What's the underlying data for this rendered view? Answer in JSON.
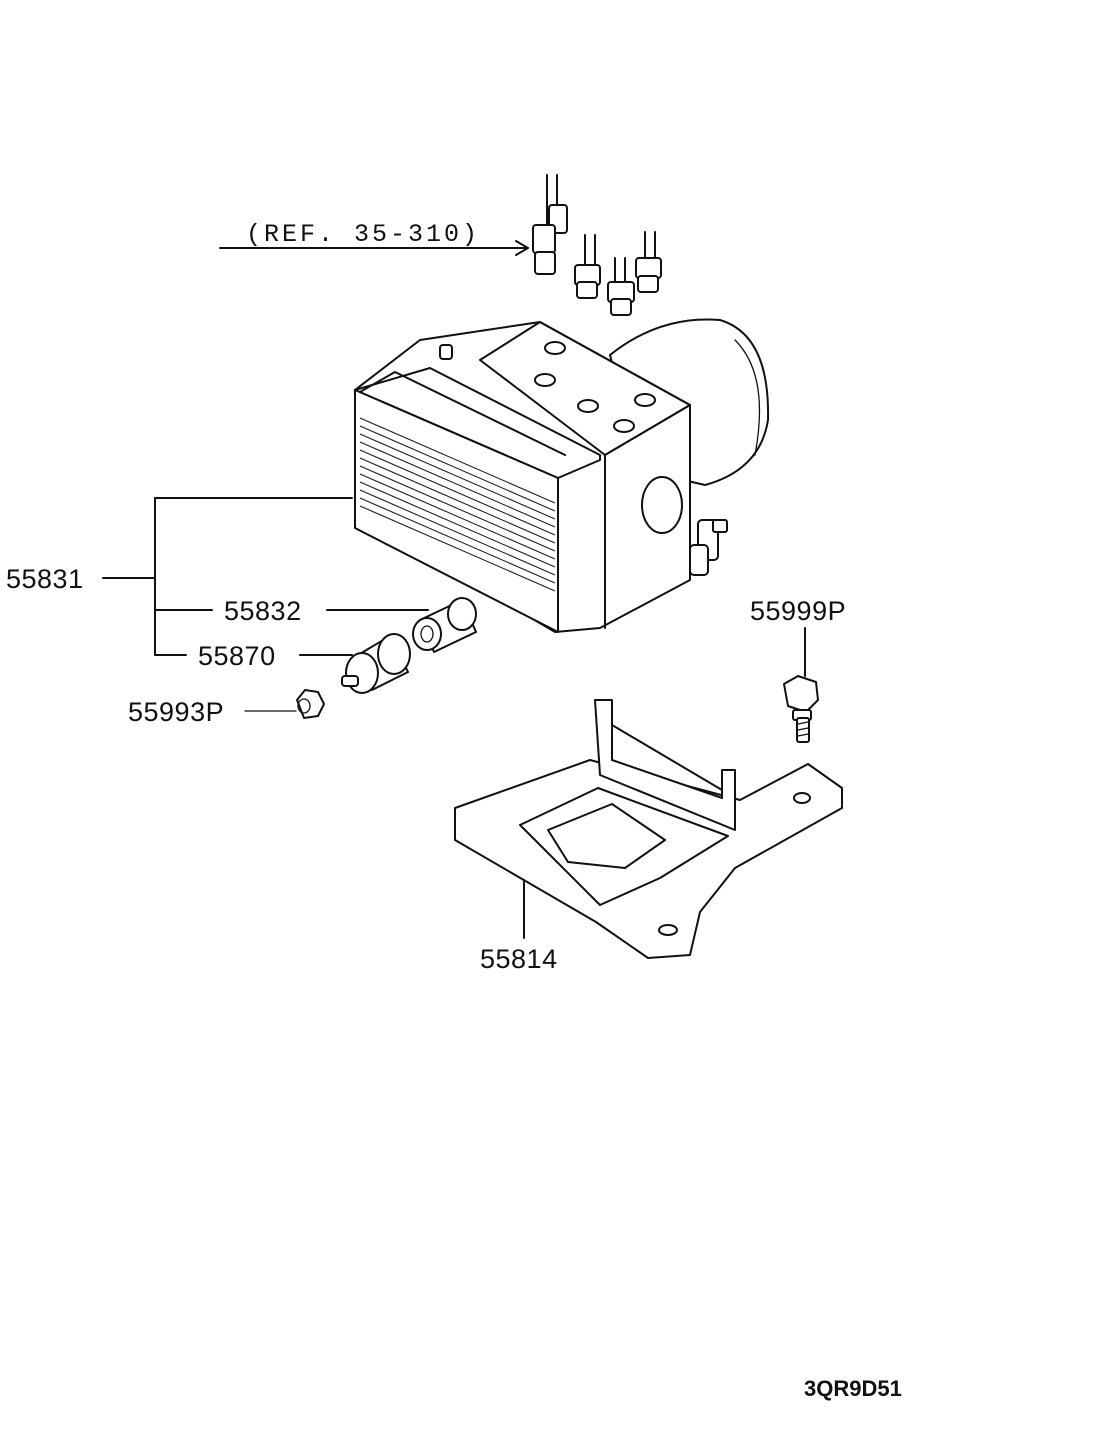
{
  "reference_label": "(REF. 35-310)",
  "parts": {
    "hydraulic_unit": "55831",
    "sleeve": "55832",
    "damper": "55870",
    "nut": "55993P",
    "bolt": "55999P",
    "bracket": "55814"
  },
  "diagram_code": "3QR9D51"
}
